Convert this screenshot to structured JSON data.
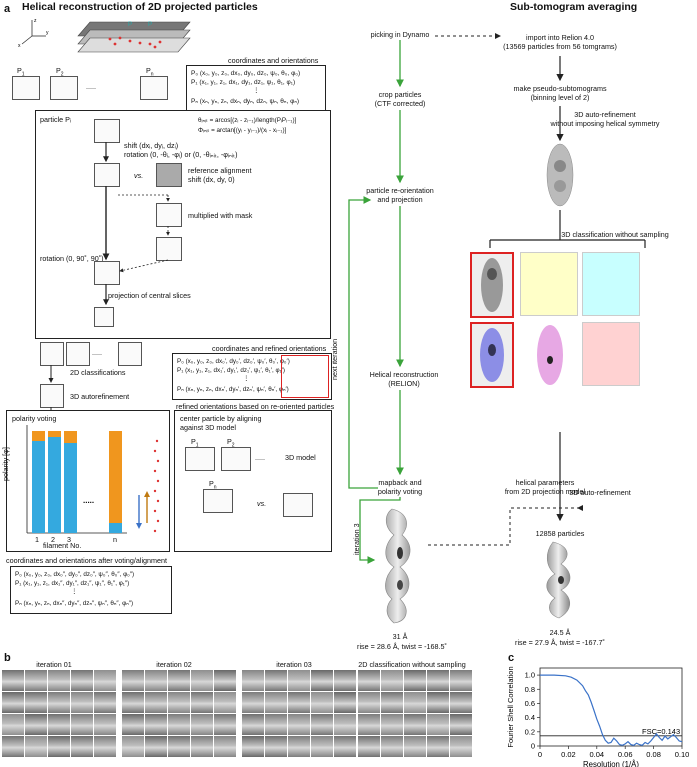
{
  "panels": {
    "a": "a",
    "b": "b",
    "c": "c"
  },
  "left": {
    "title": "Helical reconstruction of 2D projected particles",
    "p1": "P",
    "p2": "P",
    "pn": "P",
    "sub1": "1",
    "sub2": "2",
    "subn": "n",
    "ellipsis": ".....",
    "coords_title": "coordinates and orientations",
    "coords_lines": [
      "P₀ (x₀, y₀, z₀, dx₀, dy₀, dz₀, ψ₀, θ₀, φ₀)",
      "P₁ (x₁, y₁, z₁, dx₁, dy₁, dz₁, ψ₁, θ₁, φ₁)",
      "⋮",
      "Pₙ (xₙ, yₙ, zₙ, dxₙ, dyₙ, dzₙ, ψₙ, θₙ, φₙ)"
    ],
    "particle_label": "particle Pᵢ",
    "theta_eq": "θᵢₙᵢₜ = arcos[(zᵢ - zᵢ₋₁)/length(PᵢPᵢ₋₁)]",
    "phi_eq": "Φᵢₙᵢₜ = arctan[(yᵢ - yᵢ₋₁)/(xᵢ - xᵢ₋₁)]",
    "shift_text": "shift (dxᵢ, dyᵢ, dzᵢ)",
    "rotation_text": "rotation (0, -θᵢ, -φᵢ) or (0, -θᵢₙᵢₜ, -φᵢₙᵢₜ)",
    "vs": "vs.",
    "ref_align": "reference alignment",
    "ref_shift": "shift (dx, dy, 0)",
    "mask": "multiplied with mask",
    "rotation2": "rotation (0, 90˚, 90˚)",
    "projection": "projection of central slices",
    "class2d": "2D classifications",
    "autoref3d": "3D autorefinement",
    "refined_title": "coordinates and refined orientations",
    "refined_lines": [
      "P₀ (x₀, y₀, z₀, dx₀′, dy₀′, dz₀′, ψ₀′, θ₀′, φ₀′)",
      "P₁ (x₁, y₁, z₁, dx₁′, dy₁′, dz₁′, ψ₁′, θ₁′, φ₁′)",
      "⋮",
      "Pₙ (xₙ, yₙ, zₙ, dxₙ′, dyₙ′, dzₙ′, ψₙ′, θₙ′, φₙ′)"
    ],
    "refined_note": "refined orientations based on re-oriented particles",
    "polarity_title": "polarity voting",
    "polarity_ylabel": "polarity [φ]",
    "filament_xlabel": "filament No.",
    "bar_ticks": [
      "1",
      "2",
      "3",
      "n"
    ],
    "center_title": "center particle by aligning",
    "center_title2": "against 3D model",
    "model3d": "3D model",
    "final_title": "coordinates and orientations after voting/alignment",
    "final_lines": [
      "P₀ (x₀, y₀, z₀, dx₀″, dy₀″, dz₀″, ψ₀″, θ₀″, φ₀″)",
      "P₁ (x₁, y₁, z₁, dx₁″, dy₁″, dz₁″, ψ₁″, θ₁″, φ₁″)",
      "⋮",
      "Pₙ (xₙ, yₙ, zₙ, dxₙ″, dyₙ″, dzₙ″, ψₙ″, θₙ″, φₙ″)"
    ]
  },
  "middle": {
    "picking": "picking in Dynamo",
    "crop1": "crop particles",
    "crop2": "(CTF corrected)",
    "reorient1": "particle re-orientation",
    "reorient2": "and projection",
    "next_iter": "next iteration",
    "helical1": "Helical reconstruction",
    "helical2": "(RELION)",
    "mapback1": "mapback and",
    "mapback2": "polarity voting",
    "iter3": "iteration 3",
    "res": "31 Å",
    "rise": "rise = 28.6 Å, twist = -168.5˚"
  },
  "right": {
    "title": "Sub-tomogram averaging",
    "import1": "import into Relion 4.0",
    "import2": "(13569 particles from 56 tomgrams)",
    "pseudo1": "make pseudo-subtomograms",
    "pseudo2": "(binning level of 2)",
    "auto1": "3D auto-refinement",
    "auto2": "without imposing helical symmetry",
    "class3d": "3D classification without sampling",
    "helparam1": "helical parameters",
    "helparam2": "from 2D projection model",
    "auto3": "3D auto-refinement",
    "count": "12858 particles",
    "res": "24.5 Å",
    "rise": "rise = 27.9 Å, twist = -167.7˚",
    "swatch_colors": [
      "#ffffc8",
      "#c8ffff",
      "#ffd2d2"
    ]
  },
  "panel_b": {
    "labels": [
      "iteration 01",
      "iteration 02",
      "iteration 03",
      "2D classification without sampling"
    ]
  },
  "chart_data": {
    "type": "line",
    "xlabel": "Resolution (1/Å)",
    "ylabel": "Fourier Shell Correlation",
    "xlim": [
      0,
      0.1
    ],
    "ylim": [
      0,
      1.1
    ],
    "xticks": [
      "0",
      "0.02",
      "0.04",
      "0.06",
      "0.08",
      "0.10"
    ],
    "yticks": [
      "0",
      "0.2",
      "0.4",
      "0.6",
      "0.8",
      "1.0"
    ],
    "threshold_label": "FSC=0.143",
    "threshold": 0.143,
    "series": [
      {
        "color": "#3a72c8",
        "x": [
          0.0,
          0.01,
          0.018,
          0.022,
          0.026,
          0.03,
          0.032,
          0.034,
          0.036,
          0.038,
          0.04,
          0.042,
          0.044,
          0.046,
          0.048,
          0.05,
          0.052,
          0.054,
          0.056,
          0.058,
          0.06,
          0.062,
          0.064,
          0.066,
          0.068,
          0.07,
          0.072,
          0.074,
          0.076,
          0.078,
          0.08,
          0.082,
          0.084,
          0.086,
          0.088,
          0.09,
          0.092,
          0.094,
          0.096,
          0.098,
          0.1
        ],
        "y": [
          1.0,
          1.0,
          0.99,
          0.97,
          0.93,
          0.85,
          0.78,
          0.72,
          0.62,
          0.5,
          0.38,
          0.28,
          0.16,
          0.08,
          0.04,
          0.05,
          0.11,
          0.07,
          0.02,
          0.01,
          0.03,
          0.06,
          0.02,
          0.01,
          0.04,
          0.02,
          0.01,
          0.05,
          0.03,
          0.07,
          0.12,
          0.17,
          0.12,
          0.08,
          0.14,
          0.1,
          0.13,
          0.16,
          0.12,
          0.07,
          0.06
        ]
      }
    ]
  }
}
